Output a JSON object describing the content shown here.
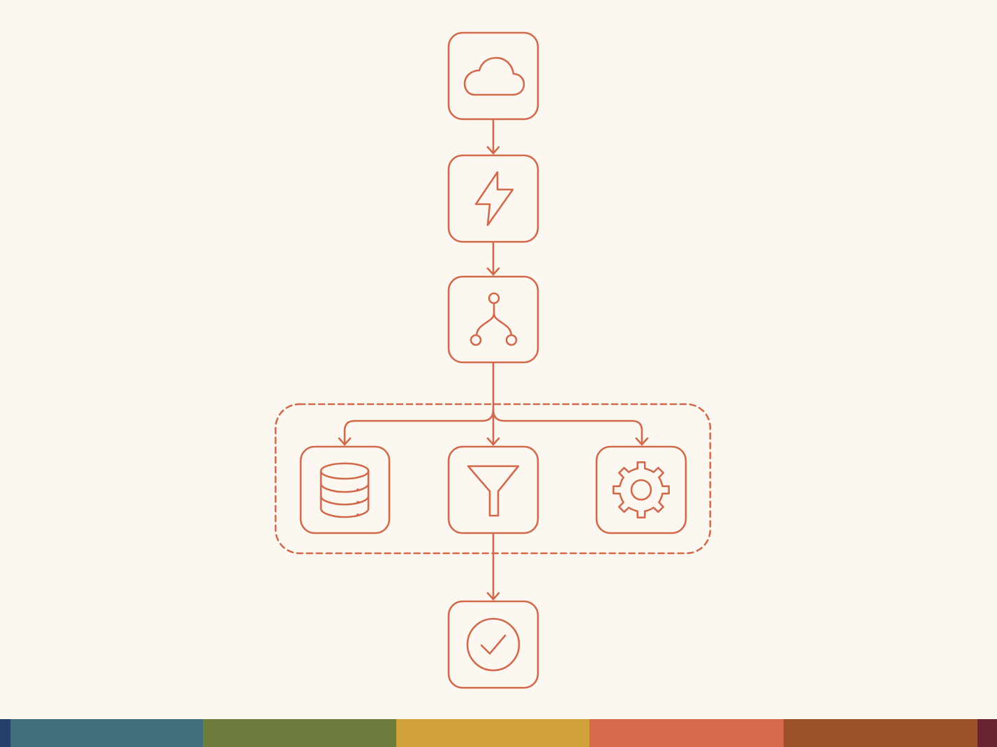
{
  "theme": {
    "background": "#fcf8f1",
    "accent": "#d2694a"
  },
  "nodes": [
    {
      "id": "cloud",
      "icon": "cloud-icon"
    },
    {
      "id": "trigger",
      "icon": "lightning-bolt-icon"
    },
    {
      "id": "branch",
      "icon": "fork-branch-icon"
    },
    {
      "id": "database",
      "icon": "database-icon"
    },
    {
      "id": "filter",
      "icon": "funnel-filter-icon"
    },
    {
      "id": "settings",
      "icon": "gear-icon"
    },
    {
      "id": "done",
      "icon": "check-circle-icon"
    }
  ],
  "edges": [
    {
      "from": "cloud",
      "to": "trigger"
    },
    {
      "from": "trigger",
      "to": "branch"
    },
    {
      "from": "branch",
      "to": "database"
    },
    {
      "from": "branch",
      "to": "filter"
    },
    {
      "from": "branch",
      "to": "settings"
    },
    {
      "from": "filter",
      "to": "done"
    }
  ],
  "group": {
    "members": [
      "database",
      "filter",
      "settings"
    ],
    "style": "dashed"
  },
  "footer_bar": {
    "colors": [
      "#263f6b",
      "#416e7a",
      "#6e7d3e",
      "#d0a03a",
      "#d56b4b",
      "#9d5129",
      "#6a2431"
    ]
  }
}
